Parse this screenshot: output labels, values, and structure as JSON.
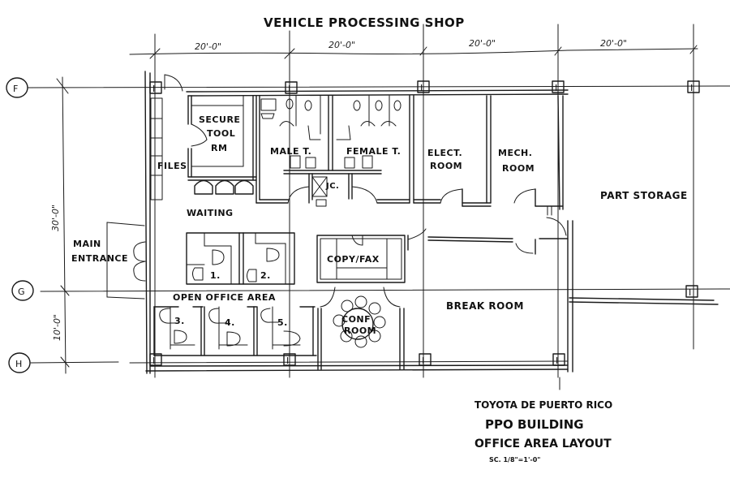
{
  "drawing": {
    "title": "VEHICLE PROCESSING SHOP",
    "ink_color": "#1a1a1a",
    "paper_color": "#ffffff"
  },
  "grid": {
    "rows": [
      {
        "id": "F",
        "label": "F"
      },
      {
        "id": "G",
        "label": "G"
      },
      {
        "id": "H",
        "label": "H"
      }
    ],
    "column_dimensions": [
      "20'-0\"",
      "20'-0\"",
      "20'-0\"",
      "20'-0\""
    ],
    "row_dimensions": [
      "30'-0\"",
      "10'-0\""
    ]
  },
  "rooms": {
    "secure_tool_rm": {
      "line1": "SECURE",
      "line2": "TOOL",
      "line3": "RM"
    },
    "files": "FILES",
    "male_toilet": "MALE T.",
    "female_toilet": "FEMALE T.",
    "janitor": "JC.",
    "elect_room": {
      "line1": "ELECT.",
      "line2": "ROOM"
    },
    "mech_room": {
      "line1": "MECH.",
      "line2": "ROOM"
    },
    "part_storage": "PART STORAGE",
    "waiting": "WAITING",
    "main_entrance": {
      "line1": "MAIN",
      "line2": "ENTRANCE"
    },
    "copy_fax": "COPY/FAX",
    "open_office_area": "OPEN OFFICE AREA",
    "conf_room": {
      "line1": "CONF",
      "line2": "ROOM"
    },
    "break_room": "BREAK ROOM"
  },
  "workstations": [
    "1.",
    "2.",
    "3.",
    "4.",
    "5."
  ],
  "title_block": {
    "line1": "TOYOTA DE PUERTO RICO",
    "line2": "PPO BUILDING",
    "line3": "OFFICE AREA LAYOUT",
    "scale": "SC. 1/8\"=1'-0\""
  }
}
